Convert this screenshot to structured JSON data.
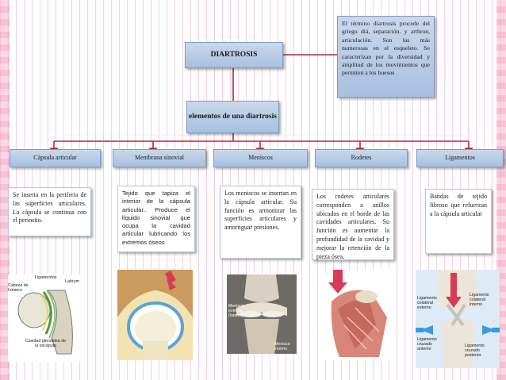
{
  "title": "DIARTROSIS",
  "definition": "El término diartrosis procede del griego diá, separación, y arthron, articulación. Son las más numerosas en el esqueleto. Se caracterizan por la diversidad y amplitud de los movimientos que permiten a los huesos",
  "subtitle": "elementos de una diartrosis",
  "categories": [
    {
      "label": "Cápsula articular",
      "desc": "Se inserta en la periferia de las superficies articulares. La cápsula se continua con el periostio."
    },
    {
      "label": "Membrana sinovial",
      "desc": "Tejido que tapiza el interior de la cápsula articular.. Produce el líquido sinovial que ocupa la cavidad articular lubricando los extremos óseos"
    },
    {
      "label": "Meniscos",
      "desc": "Los meniscos se insertan en la cápsula articular. Su función es armonizar las superficies articulares y amortiguar presiones."
    },
    {
      "label": "Rodetes",
      "desc": "Los rodetes articulares corresponden a anillos ubicados en el borde de las cavidades articulares. Su función es aumentar la profundidad de la cavidad y mejorar la retención de la pieza ósea."
    },
    {
      "label": "Ligamentos",
      "desc": "Bandas de tejido fibroso que refuerzan a la cápsula articular"
    }
  ],
  "image_labels": {
    "capsule": [
      "Ligamentos",
      "Labrum",
      "Cabeza de húmero",
      "Cavidad glenoidea de la escápula"
    ],
    "meniscus": [
      "Menisco externo (lateral)",
      "Menisco interno"
    ],
    "ligaments": [
      "Ligamento colateral externo",
      "Ligamento colateral interno",
      "Ligamento cruzado anterior",
      "Ligamento cruzado posterior"
    ]
  },
  "colors": {
    "connector": "#b22a3e",
    "box_blue": "#b5c9e6",
    "accent": "#d93a55"
  }
}
